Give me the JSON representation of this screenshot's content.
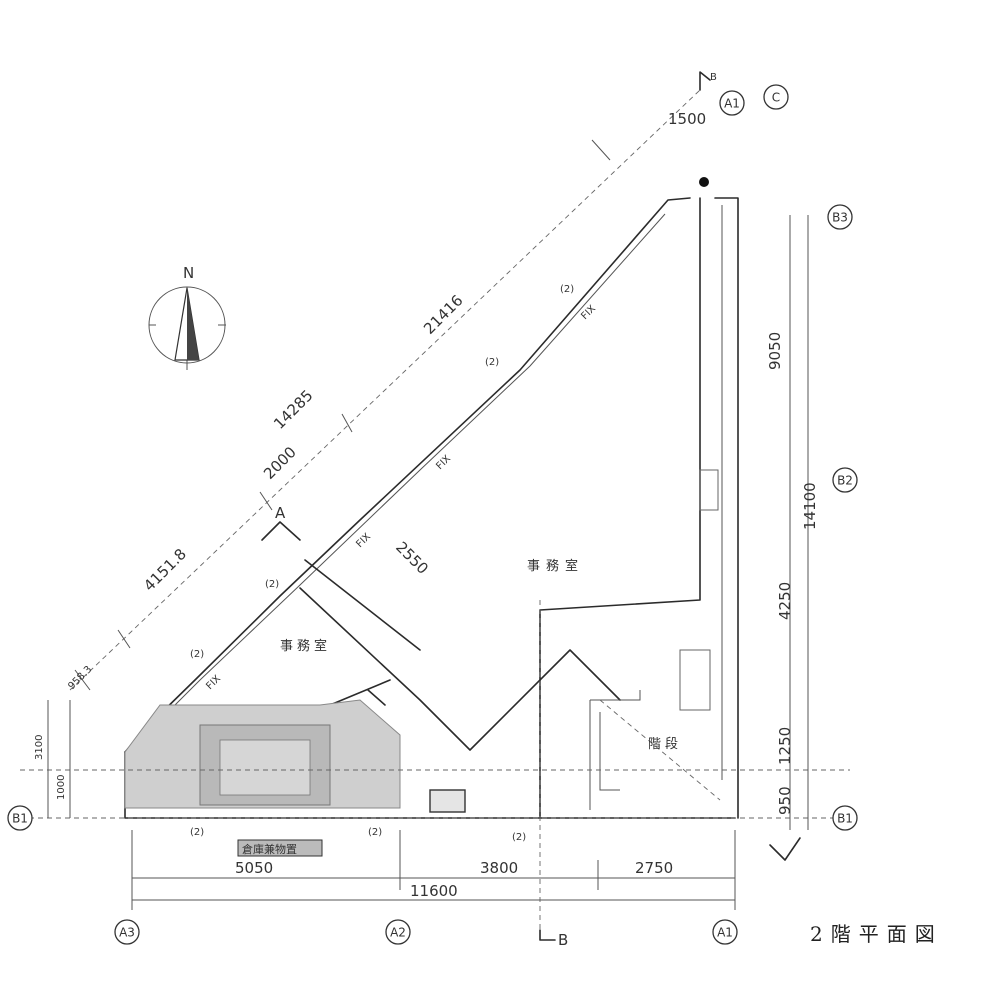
{
  "title": "2階平面図",
  "north_label": "N",
  "rooms": {
    "office_main": "事務室",
    "office_small": "事務室",
    "stairs": "階段",
    "lower_room": "倉庫兼物置"
  },
  "window_label": "FIX",
  "window_count_label": "(2)",
  "dimensions": {
    "diag_total": "21416",
    "diag_2": "14285",
    "diag_3": "2000",
    "diag_4": "4151.8",
    "diag_5": "958.3",
    "top_1500": "1500",
    "inner_2550": "2550",
    "right_9050": "9050",
    "right_14100": "14100",
    "right_4250": "4250",
    "right_1250": "1250",
    "right_950": "950",
    "bottom_5050": "5050",
    "bottom_3800": "3800",
    "bottom_2750": "2750",
    "bottom_total": "11600",
    "left_1": "3100",
    "left_2": "1000"
  },
  "grid_labels": {
    "a3": "A3",
    "a2": "A2",
    "a1_bottom": "A1",
    "a1_top": "A1",
    "c_top": "C",
    "b3": "B3",
    "b2": "B2",
    "b1": "B1",
    "b1_left": "B1"
  },
  "section_marks": {
    "a_mark": "A",
    "b_mark": "B",
    "b_top": "B"
  },
  "colors": {
    "line": "#2b2b2b",
    "fill_gray": "#cfcfcf"
  }
}
